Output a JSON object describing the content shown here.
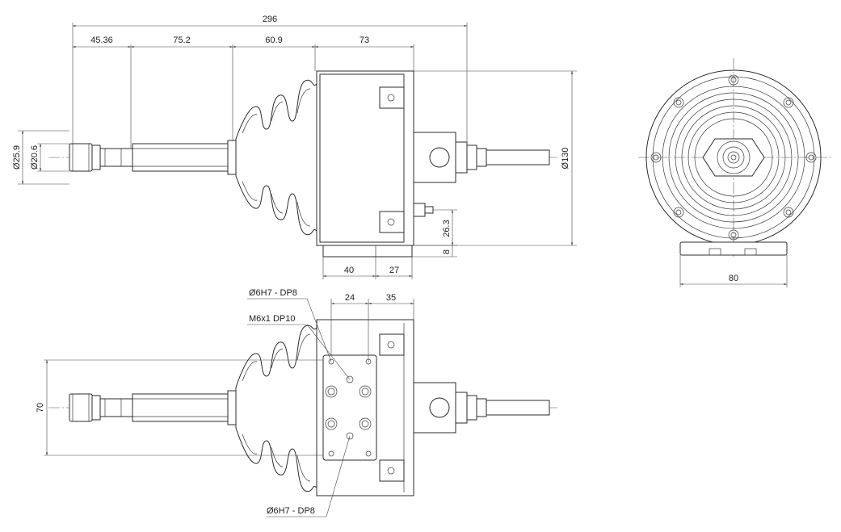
{
  "dimensions": {
    "overall_length": "296",
    "seg1": "45.36",
    "seg2": "75.2",
    "seg3": "60.9",
    "seg4": "73",
    "shaft_outer_dia": "Ø25.9",
    "shaft_inner_dia": "Ø20.6",
    "body_dia": "Ø130",
    "port_height": "26.3",
    "base_height": "8",
    "base_len1": "40",
    "base_len2": "27",
    "flange_width": "80",
    "hole_pitch": "24",
    "hole_offset": "35",
    "plate_height": "70"
  },
  "callouts": {
    "dowel_top": "Ø6H7 - DP8",
    "thread": "M6x1 DP10",
    "dowel_bottom": "Ø6H7 - DP8"
  }
}
